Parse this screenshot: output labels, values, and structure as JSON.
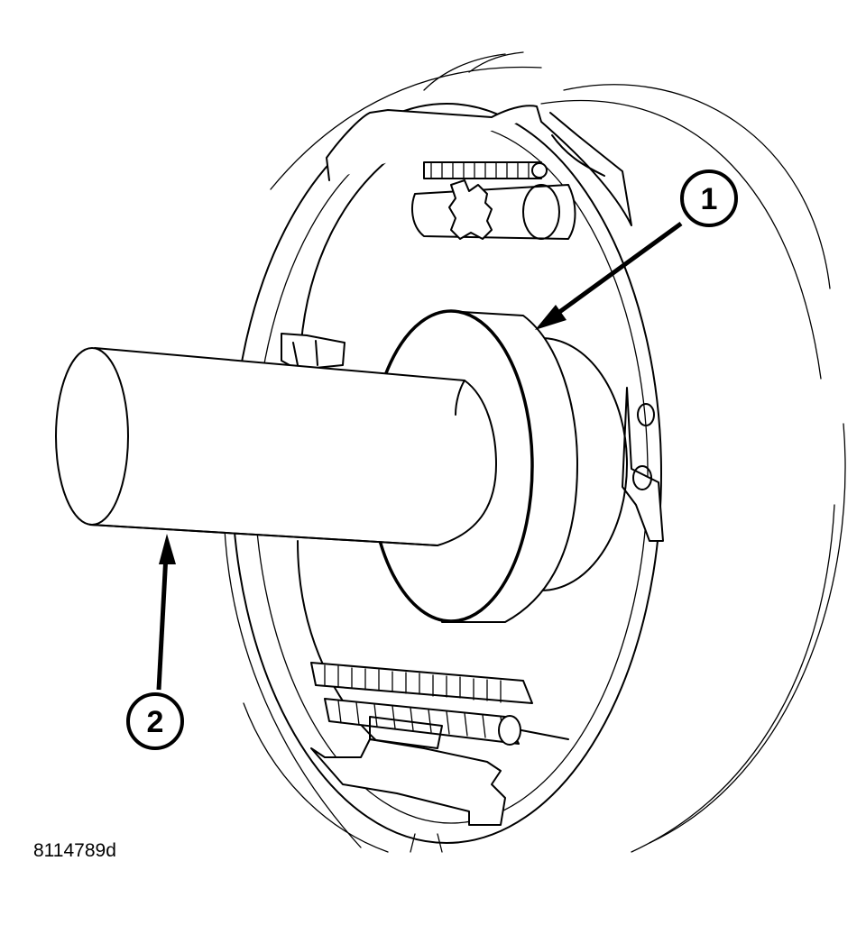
{
  "figure": {
    "id": "8114789d",
    "callouts": [
      {
        "number": "1"
      },
      {
        "number": "2"
      }
    ]
  }
}
